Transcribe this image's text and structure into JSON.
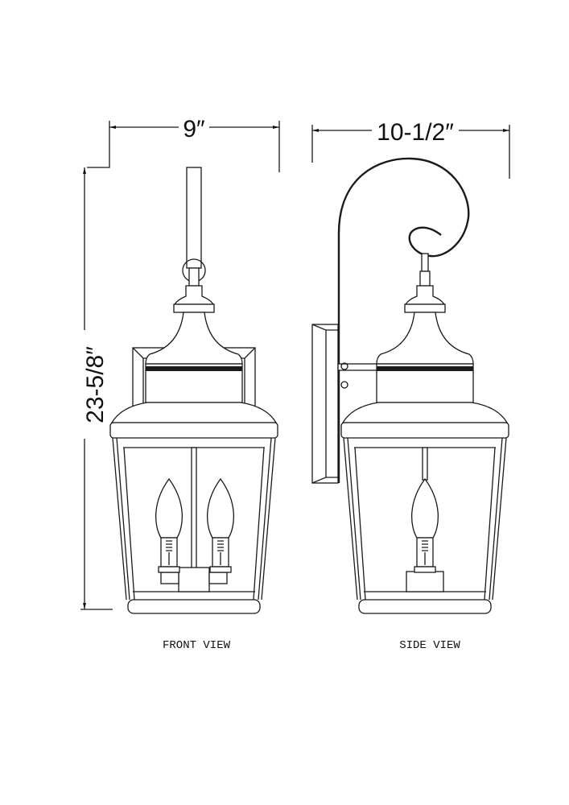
{
  "dimensions": {
    "front_width": "9″",
    "height": "23-5/8″",
    "side_depth": "10-1/2″"
  },
  "labels": {
    "front_view": "FRONT VIEW",
    "side_view": "SIDE VIEW"
  }
}
